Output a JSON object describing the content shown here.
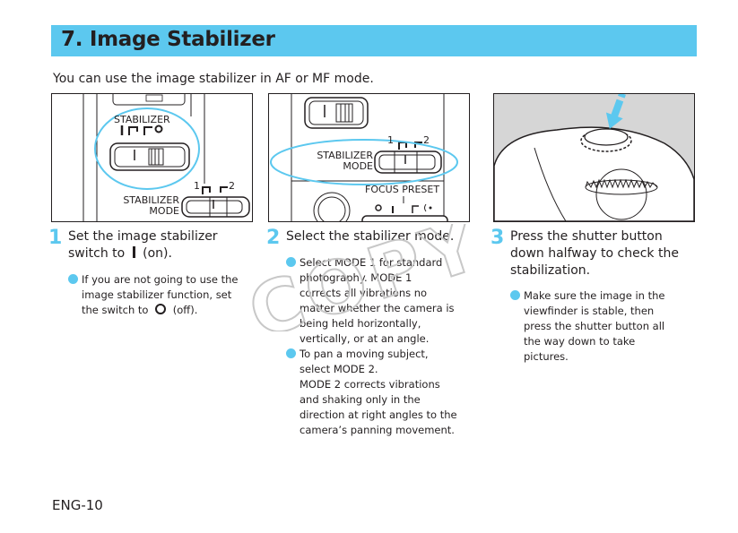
{
  "header": {
    "title": "7. Image Stabilizer"
  },
  "intro": "You can use the image stabilizer in AF or MF mode.",
  "panels": {
    "p1": {
      "stabilizer": "STABILIZER",
      "stabilizer_mode_1": "STABILIZER",
      "stabilizer_mode_2": "MODE",
      "mode1": "1",
      "mode2": "2"
    },
    "p2": {
      "stabilizer_mode_1": "STABILIZER",
      "stabilizer_mode_2": "MODE",
      "mode1": "1",
      "mode2": "2",
      "focus_preset": "FOCUS PRESET"
    }
  },
  "steps": [
    {
      "number": "1",
      "line1": "Set the image stabilizer",
      "line2_pre": "switch to",
      "line2_post": "(on).",
      "bullet_line1": "If you are not going to use the",
      "bullet_line2": "image stabilizer function, set",
      "bullet_line3_pre": "the switch to",
      "bullet_line3_post": "(off)."
    },
    {
      "number": "2",
      "line1": "Select the stabilizer mode.",
      "bullets": [
        {
          "lines": [
            "Select MODE 1 for standard",
            "photography. MODE 1",
            "corrects all vibrations no",
            "matter whether the camera is",
            "being held horizontally,",
            "vertically, or at an angle."
          ]
        },
        {
          "lines": [
            "To pan a moving subject,",
            "select MODE 2.",
            "MODE 2 corrects vibrations",
            "and shaking only in the",
            "direction at right angles to the",
            "camera’s panning movement."
          ]
        }
      ]
    },
    {
      "number": "3",
      "line1": "Press the shutter button",
      "line2": "down halfway to check the",
      "line3": "stabilization.",
      "bullet_lines": [
        "Make sure the image in the",
        "viewfinder is stable, then",
        "press the shutter button all",
        "the way down to take",
        "pictures."
      ]
    }
  ],
  "watermark": "COPY",
  "footer": {
    "page": "ENG-10"
  },
  "colors": {
    "accent": "#5cc8ef",
    "text": "#231f20"
  }
}
